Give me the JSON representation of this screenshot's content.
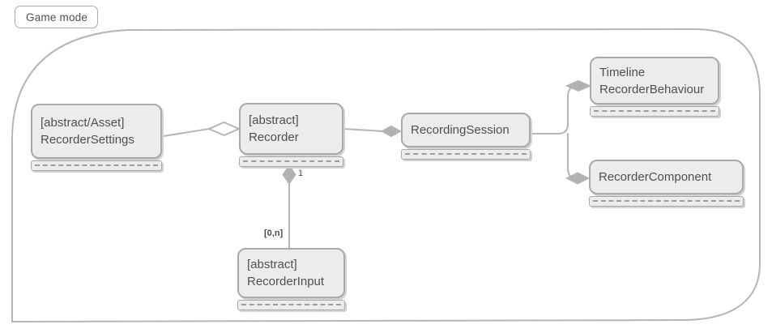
{
  "colors": {
    "background": "#ffffff",
    "container_stroke": "#b5b5b5",
    "box_fill": "#ececec",
    "box_border": "#a9a9a9",
    "box_shadow": "#d2d2d2",
    "line": "#b5b5b5",
    "diamond_fill": "#b2b2b2",
    "text": "#4f4f4f"
  },
  "tab": {
    "label": "Game mode"
  },
  "nodes": [
    {
      "name": "recorder-settings",
      "lines": [
        "[abstract/Asset]",
        "RecorderSettings"
      ]
    },
    {
      "name": "recorder",
      "lines": [
        "[abstract]",
        "Recorder"
      ]
    },
    {
      "name": "recording-session",
      "lines": [
        "RecordingSession"
      ]
    },
    {
      "name": "timeline-recorder-behaviour",
      "lines": [
        "Timeline",
        "RecorderBehaviour"
      ]
    },
    {
      "name": "recorder-component",
      "lines": [
        "RecorderComponent"
      ]
    },
    {
      "name": "recorder-input",
      "lines": [
        "[abstract]",
        "RecorderInput"
      ]
    }
  ],
  "edges": {
    "recorder_multiplicity": "1",
    "input_multiplicity": "[0,n]",
    "relationships": [
      {
        "from": "RecorderSettings",
        "to": "Recorder",
        "type": "aggregation (hollow diamond at Recorder)"
      },
      {
        "from": "Recorder",
        "to": "RecordingSession",
        "type": "composition (filled diamond at RecordingSession)"
      },
      {
        "from": "RecordingSession",
        "to": "TimelineRecorderBehaviour",
        "type": "composition (filled diamond)"
      },
      {
        "from": "RecordingSession",
        "to": "RecorderComponent",
        "type": "composition (filled diamond)"
      },
      {
        "from": "Recorder",
        "to": "RecorderInput",
        "type": "composition 1 to [0,n]"
      }
    ]
  }
}
